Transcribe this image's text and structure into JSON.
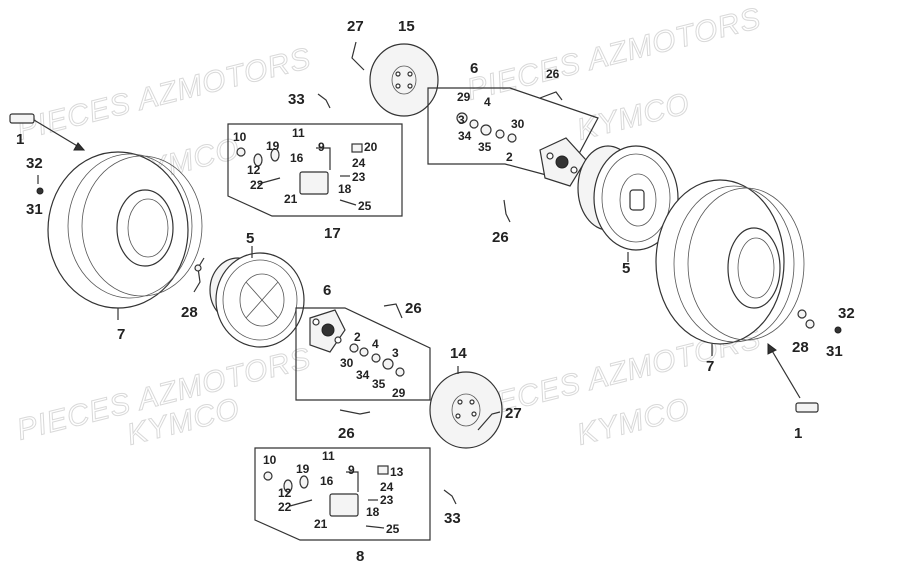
{
  "watermarks": [
    {
      "id": "wm1",
      "text": "PIECES AZMOTORS"
    },
    {
      "id": "wm2",
      "text": "KYMCO"
    },
    {
      "id": "wm3",
      "text": "PIECES AZMOTORS"
    },
    {
      "id": "wm4",
      "text": "KYMCO"
    },
    {
      "id": "wm5",
      "text": "PIECES AZMOTORS"
    },
    {
      "id": "wm6",
      "text": "KYMCO"
    },
    {
      "id": "wm7",
      "text": "PIECES AZMOTORS"
    },
    {
      "id": "wm8",
      "text": "KYMCO"
    }
  ],
  "callouts": {
    "c1a": "1",
    "c1b": "1",
    "c2a": "2",
    "c2b": "2",
    "c3a": "3",
    "c3b": "3",
    "c4a": "4",
    "c4b": "4",
    "c5a": "5",
    "c5b": "5",
    "c6a": "6",
    "c6b": "6",
    "c7a": "7",
    "c7b": "7",
    "c8": "8",
    "c9a": "9",
    "c9b": "9",
    "c10a": "10",
    "c10b": "10",
    "c11a": "11",
    "c11b": "11",
    "c12a": "12",
    "c12b": "12",
    "c13": "13",
    "c14": "14",
    "c15": "15",
    "c16a": "16",
    "c16b": "16",
    "c17": "17",
    "c18a": "18",
    "c18b": "18",
    "c19a": "19",
    "c19b": "19",
    "c20": "20",
    "c21a": "21",
    "c21b": "21",
    "c22a": "22",
    "c22b": "22",
    "c23a": "23",
    "c23b": "23",
    "c24a": "24",
    "c24b": "24",
    "c25a": "25",
    "c25b": "25",
    "c26a": "26",
    "c26b": "26",
    "c26c": "26",
    "c26d": "26",
    "c27a": "27",
    "c27b": "27",
    "c28a": "28",
    "c28b": "28",
    "c29a": "29",
    "c29b": "29",
    "c30a": "30",
    "c30b": "30",
    "c31a": "31",
    "c31b": "31",
    "c32a": "32",
    "c32b": "32",
    "c33a": "33",
    "c33b": "33",
    "c34a": "34",
    "c34b": "34",
    "c35a": "35",
    "c35b": "35"
  }
}
